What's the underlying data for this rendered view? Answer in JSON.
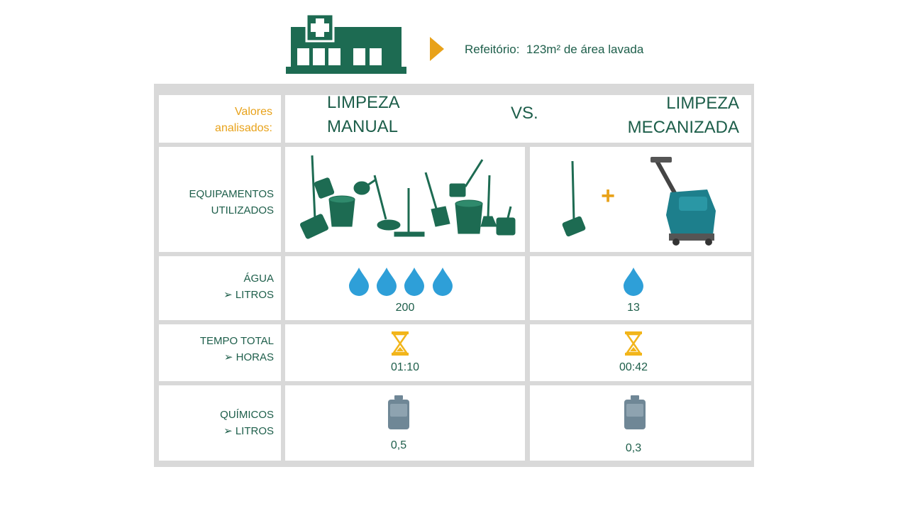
{
  "header": {
    "area_text": "Refeitório:  123m² de área lavada",
    "building_icon": "first-aid-building-icon",
    "arrow_icon": "triangle-right-icon"
  },
  "table": {
    "corner_label_line1": "Valores",
    "corner_label_line2": "analisados:",
    "manual_title_line1": "LIMPEZA",
    "manual_title_line2": "MANUAL",
    "vs_label": "VS.",
    "mech_title_line1": "LIMPEZA",
    "mech_title_line2": "MECANIZADA",
    "rows": {
      "equipment": {
        "label_line1": "EQUIPAMENTOS",
        "label_line2": "UTILIZADOS"
      },
      "water": {
        "label_line1": "ÁGUA",
        "label_line2": "LITROS",
        "manual_value": "200",
        "mech_value": "13"
      },
      "time": {
        "label_line1": "TEMPO TOTAL",
        "label_line2": "HORAS",
        "manual_value": "01:10",
        "mech_value": "00:42"
      },
      "chemicals": {
        "label_line1": "QUÍMICOS",
        "label_line2": "LITROS",
        "manual_value": "0,5",
        "mech_value": "0,3"
      }
    },
    "bullet_glyph": "➢",
    "plus_sign": "+"
  },
  "colors": {
    "brand_green": "#1d6b52",
    "text_green": "#1d5e4a",
    "accent_orange": "#e8a21a",
    "water_blue": "#2e9fd8",
    "hourglass_yellow": "#f2b51a",
    "canister_gray": "#6f8796",
    "grid_gray": "#d9d9d9"
  }
}
